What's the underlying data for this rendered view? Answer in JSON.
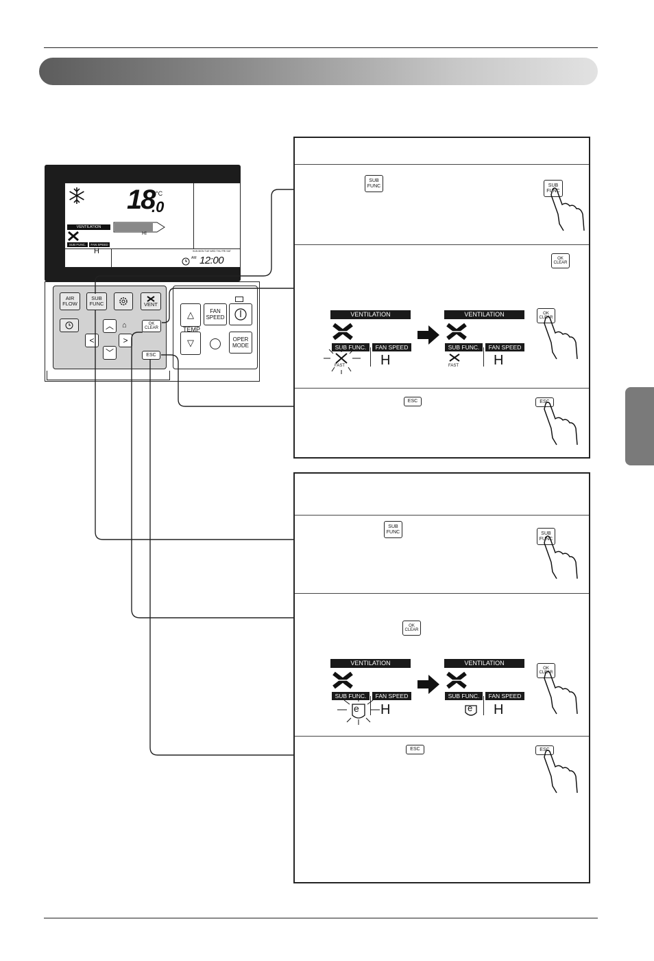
{
  "remote": {
    "lcd": {
      "temp": "18",
      "temp_decimal": ".0",
      "unit": "°C",
      "ventilation_label": "VENTILATION",
      "sub_func_label": "SUB FUNC.",
      "fan_speed_label": "FAN SPEED",
      "fan_level": "H",
      "bar_level": "HI",
      "days": "SUN MON TUE WED THU FRI SAT",
      "am": "AM",
      "clock": "12:00"
    },
    "buttons": {
      "air_flow": [
        "AIR",
        "FLOW"
      ],
      "sub_func": [
        "SUB",
        "FUNC"
      ],
      "vent": "VENT",
      "ok_clear": [
        "OK",
        "CLEAR"
      ],
      "esc": "ESC",
      "fan_speed": [
        "FAN",
        "SPEED"
      ],
      "temp": "TEMP",
      "oper_mode": [
        "OPER",
        "MODE"
      ]
    }
  },
  "keys": {
    "sub_func": [
      "SUB",
      "FUNC"
    ],
    "ok_clear": [
      "OK",
      "CLEAR"
    ],
    "esc": "ESC"
  },
  "display": {
    "ventilation": "VENTILATION",
    "sub_func": "SUB FUNC.",
    "fan_speed": "FAN SPEED",
    "fan_level": "H",
    "fast": "FAST",
    "energy": "e"
  }
}
